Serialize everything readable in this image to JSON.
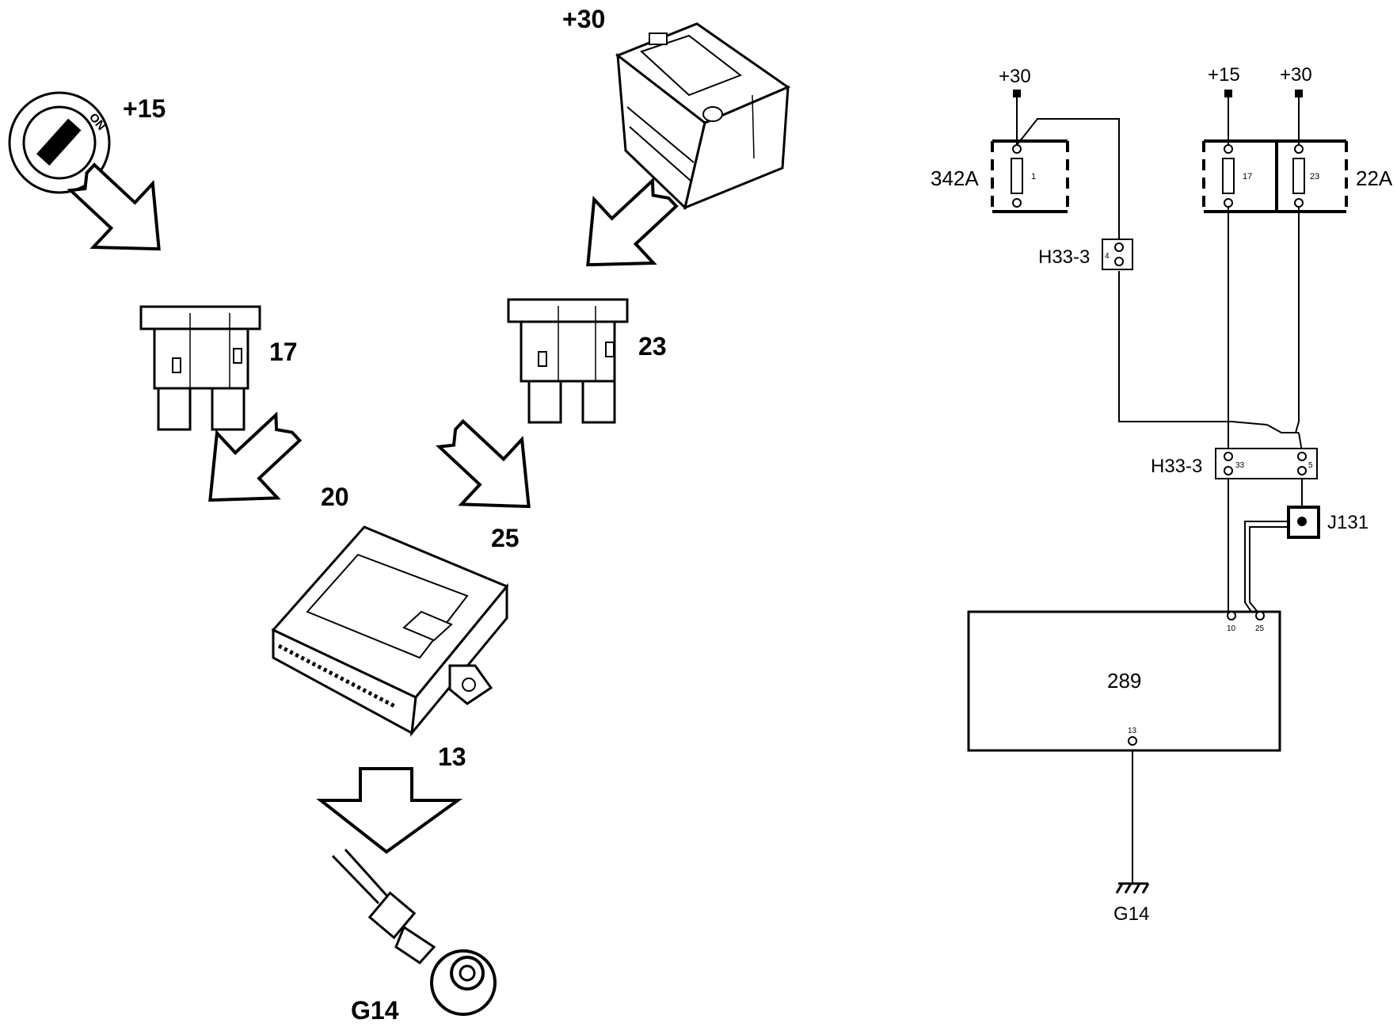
{
  "illustration": {
    "ignition_switch": {
      "label": "+15",
      "on_text": "ON"
    },
    "battery": {
      "label": "+30"
    },
    "fuse_left": {
      "label": "17"
    },
    "fuse_right": {
      "label": "23"
    },
    "arrow_labels": {
      "left": "20",
      "right": "25"
    },
    "control_unit": {
      "label": "13"
    },
    "ground": {
      "label": "G14"
    }
  },
  "schematic": {
    "supplies": {
      "left_30": "+30",
      "mid_15": "+15",
      "right_30": "+30"
    },
    "fuse_box_left": {
      "label": "342A",
      "fuse_number": "1"
    },
    "fuse_box_right": {
      "label": "22A",
      "fuse_a_number": "17",
      "fuse_b_number": "23"
    },
    "connector_upper": {
      "label": "H33-3",
      "pin": "4"
    },
    "connector_lower": {
      "label": "H33-3",
      "pin_a": "33",
      "pin_b": "5"
    },
    "junction": {
      "label": "J131"
    },
    "module": {
      "label": "289",
      "pin_10": "10",
      "pin_25": "25",
      "pin_13": "13"
    },
    "ground": {
      "label": "G14"
    }
  }
}
